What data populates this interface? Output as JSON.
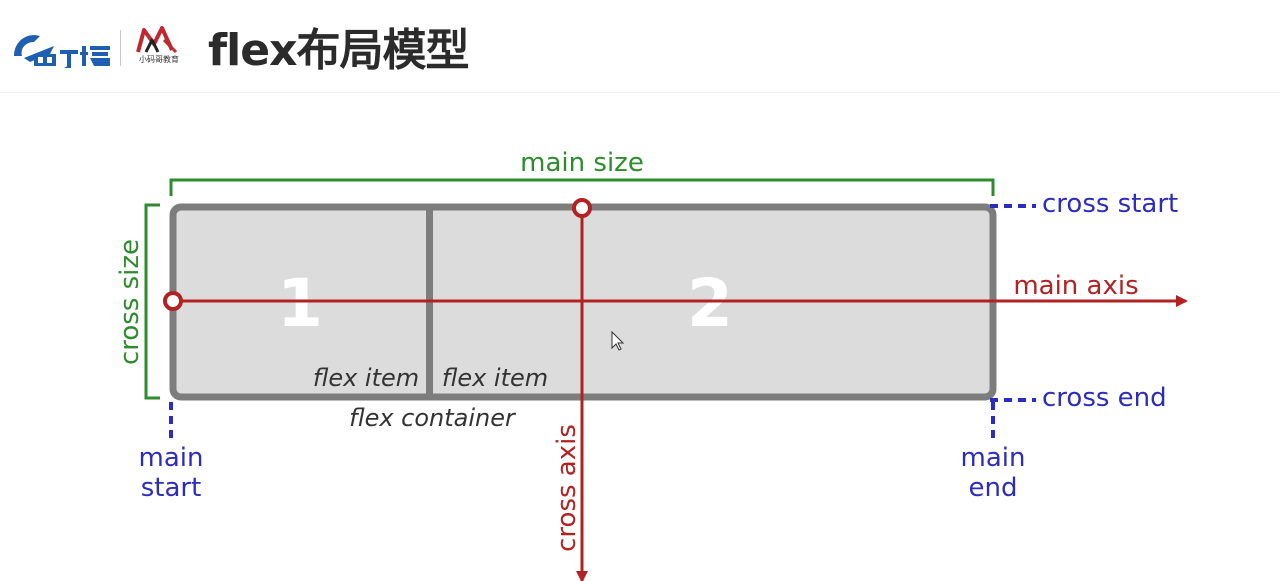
{
  "header": {
    "title": "flex布局模型",
    "logo_text": "小码哥教育"
  },
  "diagram": {
    "items": [
      {
        "number": "1",
        "label": "flex item"
      },
      {
        "number": "2",
        "label": "flex item"
      }
    ],
    "container_label": "flex container",
    "main_size": "main size",
    "cross_size": "cross size",
    "main_axis": "main axis",
    "cross_axis": "cross axis",
    "cross_start": "cross start",
    "cross_end": "cross end",
    "main_start_line1": "main",
    "main_start_line2": "start",
    "main_end_line1": "main",
    "main_end_line2": "end"
  },
  "colors": {
    "green": "#2e8b2e",
    "red": "#b22222",
    "blue": "#2d2dbd",
    "container_fill": "#dcdcdc",
    "container_border": "#7d7d7d",
    "item_text": "#ffffff"
  }
}
